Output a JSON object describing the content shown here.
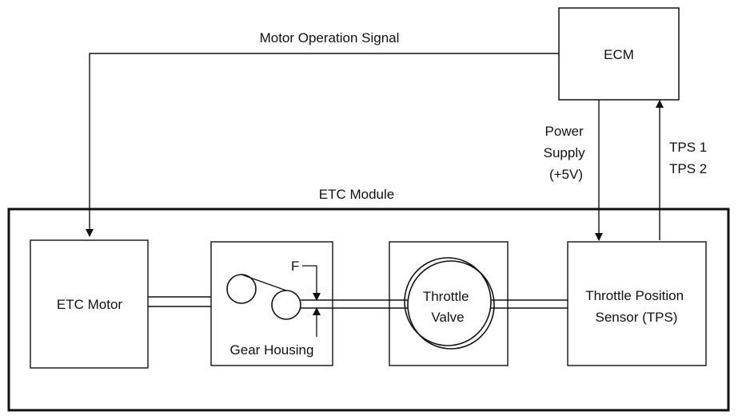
{
  "diagram": {
    "ecm": "ECM",
    "motor_signal": "Motor Operation Signal",
    "power_supply": [
      "Power",
      "Supply",
      "(+5V)"
    ],
    "tps_signals": [
      "TPS 1",
      "TPS 2"
    ],
    "module": "ETC Module",
    "etc_motor": "ETC Motor",
    "gear_housing": "Gear Housing",
    "force": "F",
    "throttle_valve": [
      "Throttle",
      "Valve"
    ],
    "tps": [
      "Throttle Position",
      "Sensor (TPS)"
    ]
  },
  "colors": {
    "ink": "#111111",
    "background": "#ffffff"
  }
}
